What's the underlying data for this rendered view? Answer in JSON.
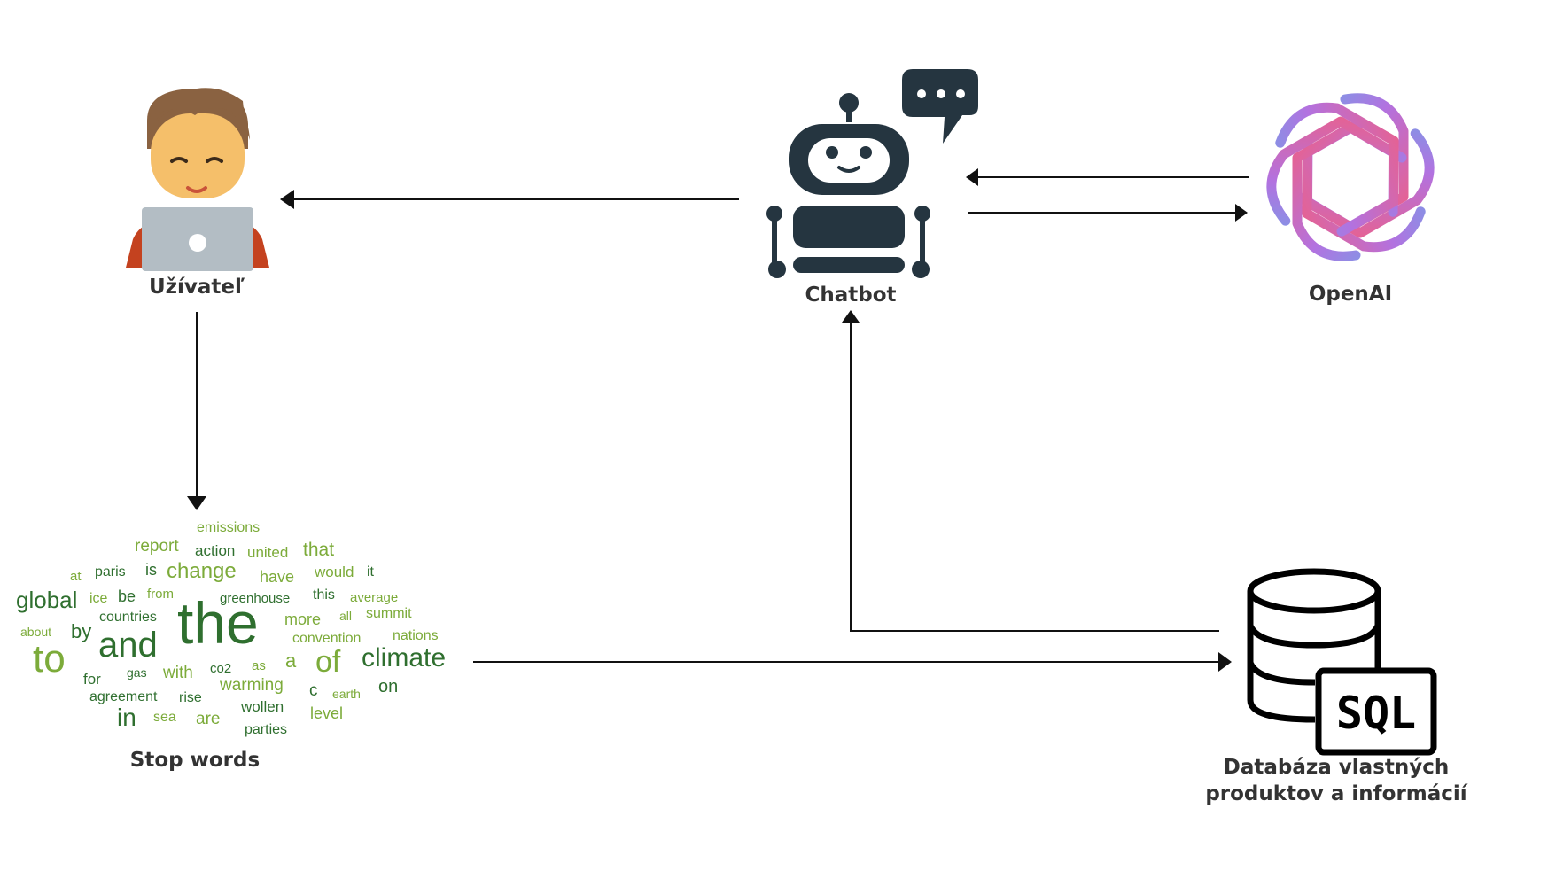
{
  "nodes": {
    "user": {
      "label": "Užívateľ"
    },
    "chatbot": {
      "label": "Chatbot"
    },
    "openai": {
      "label": "OpenAI"
    },
    "stopwords": {
      "label": "Stop words"
    },
    "database": {
      "label_line1": "Databáza vlastných",
      "label_line2": "produktov a informácií",
      "badge": "SQL"
    }
  },
  "wordcloud": [
    {
      "text": "emissions",
      "size": 16,
      "color": "#7cab3a"
    },
    {
      "text": "report",
      "size": 19,
      "color": "#7cab3a"
    },
    {
      "text": "action",
      "size": 17,
      "color": "#2f6f2f"
    },
    {
      "text": "united",
      "size": 17,
      "color": "#7cab3a"
    },
    {
      "text": "that",
      "size": 21,
      "color": "#7cab3a"
    },
    {
      "text": "at",
      "size": 15,
      "color": "#7cab3a"
    },
    {
      "text": "paris",
      "size": 16,
      "color": "#2f6f2f"
    },
    {
      "text": "is",
      "size": 18,
      "color": "#2f6f2f"
    },
    {
      "text": "change",
      "size": 24,
      "color": "#7cab3a"
    },
    {
      "text": "have",
      "size": 18,
      "color": "#7cab3a"
    },
    {
      "text": "would",
      "size": 17,
      "color": "#7cab3a"
    },
    {
      "text": "it",
      "size": 16,
      "color": "#2f6f2f"
    },
    {
      "text": "global",
      "size": 26,
      "color": "#2f6f2f"
    },
    {
      "text": "ice",
      "size": 16,
      "color": "#7cab3a"
    },
    {
      "text": "be",
      "size": 18,
      "color": "#2f6f2f"
    },
    {
      "text": "from",
      "size": 15,
      "color": "#7cab3a"
    },
    {
      "text": "greenhouse",
      "size": 15,
      "color": "#2f6f2f"
    },
    {
      "text": "this",
      "size": 16,
      "color": "#2f6f2f"
    },
    {
      "text": "average",
      "size": 15,
      "color": "#7cab3a"
    },
    {
      "text": "countries",
      "size": 16,
      "color": "#2f6f2f"
    },
    {
      "text": "the",
      "size": 66,
      "color": "#2f6f2f"
    },
    {
      "text": "more",
      "size": 18,
      "color": "#7cab3a"
    },
    {
      "text": "all",
      "size": 14,
      "color": "#7cab3a"
    },
    {
      "text": "summit",
      "size": 16,
      "color": "#7cab3a"
    },
    {
      "text": "about",
      "size": 14,
      "color": "#7cab3a"
    },
    {
      "text": "by",
      "size": 22,
      "color": "#2f6f2f"
    },
    {
      "text": "and",
      "size": 40,
      "color": "#2f6f2f"
    },
    {
      "text": "convention",
      "size": 16,
      "color": "#7cab3a"
    },
    {
      "text": "nations",
      "size": 16,
      "color": "#7cab3a"
    },
    {
      "text": "to",
      "size": 44,
      "color": "#7cab3a"
    },
    {
      "text": "a",
      "size": 22,
      "color": "#7cab3a"
    },
    {
      "text": "of",
      "size": 34,
      "color": "#7cab3a"
    },
    {
      "text": "climate",
      "size": 30,
      "color": "#2f6f2f"
    },
    {
      "text": "gas",
      "size": 14,
      "color": "#2f6f2f"
    },
    {
      "text": "as",
      "size": 15,
      "color": "#7cab3a"
    },
    {
      "text": "co2",
      "size": 15,
      "color": "#2f6f2f"
    },
    {
      "text": "for",
      "size": 17,
      "color": "#2f6f2f"
    },
    {
      "text": "with",
      "size": 19,
      "color": "#7cab3a"
    },
    {
      "text": "warming",
      "size": 19,
      "color": "#7cab3a"
    },
    {
      "text": "on",
      "size": 20,
      "color": "#2f6f2f"
    },
    {
      "text": "agreement",
      "size": 16,
      "color": "#2f6f2f"
    },
    {
      "text": "rise",
      "size": 16,
      "color": "#2f6f2f"
    },
    {
      "text": "c",
      "size": 19,
      "color": "#2f6f2f"
    },
    {
      "text": "earth",
      "size": 14,
      "color": "#7cab3a"
    },
    {
      "text": "wollen",
      "size": 17,
      "color": "#2f6f2f"
    },
    {
      "text": "in",
      "size": 28,
      "color": "#2f6f2f"
    },
    {
      "text": "sea",
      "size": 16,
      "color": "#7cab3a"
    },
    {
      "text": "are",
      "size": 19,
      "color": "#7cab3a"
    },
    {
      "text": "level",
      "size": 18,
      "color": "#7cab3a"
    },
    {
      "text": "parties",
      "size": 16,
      "color": "#2f6f2f"
    }
  ],
  "colors": {
    "ink": "#253540",
    "arrow": "#111111",
    "label": "#333333",
    "skin": "#f5bf6a",
    "hair": "#8a6241",
    "shirt": "#c4421f",
    "laptop": "#b3bdc4",
    "openai_start": "#6fa4e8",
    "openai_mid": "#b272e0",
    "openai_end": "#e85a84"
  },
  "icons": [
    "user-laptop-icon",
    "robot-icon",
    "speech-bubble-icon",
    "openai-logo-icon",
    "database-icon"
  ]
}
